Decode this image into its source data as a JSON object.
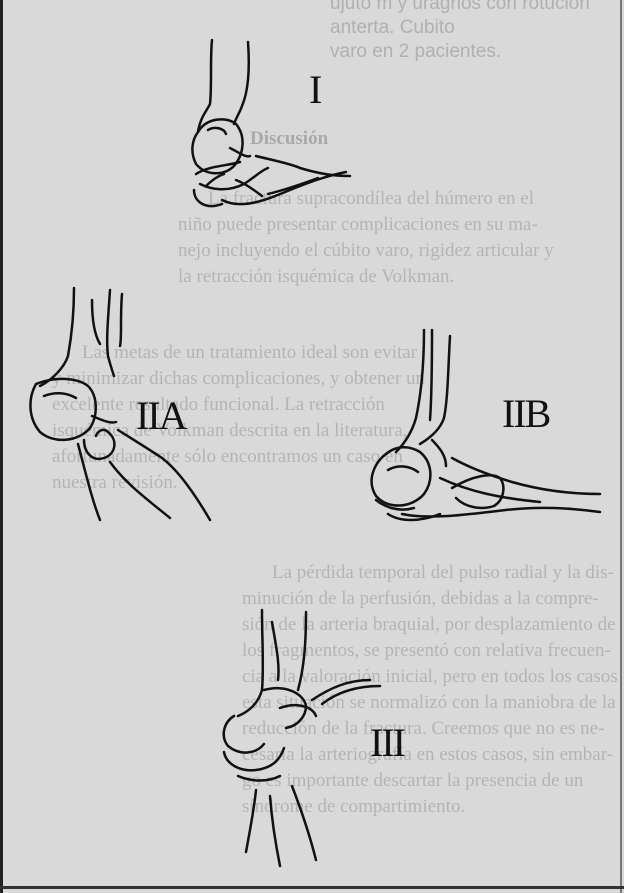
{
  "bleed_text": {
    "top_lines": [
      "ujuto m y uragrios con rotuclon anterta. Cubito",
      "varo en 2 pacientes."
    ],
    "heading": "Discusión",
    "paragraph1": [
      "La fractura supracondílea del húmero en el",
      "niño puede presentar complicaciones en su ma-",
      "nejo incluyendo el cúbito varo, rigidez articular y",
      "la retracción isquémica de Volkman."
    ],
    "paragraph2": [
      "Las metas de un tratamiento ideal son evitar",
      "y minimizar dichas complicaciones, y obtener un",
      "excelente resultado funcional. La retracción",
      "isquémica de Volkman descrita en la literatura,",
      "afortunadamente sólo encontramos un caso en",
      "nuestra revisión."
    ],
    "paragraph3": [
      "La pérdida temporal del pulso radial y la dis-",
      "minución de la perfusión, debidas a la compre-",
      "sión de la arteria braquial, por desplazamiento de",
      "los fragmentos, se presentó con relativa frecuen-",
      "cia a la valoración inicial, pero en todos los casos",
      "esta situación se normalizó con la maniobra de la",
      "reducción de la fractura. Creemos que no es ne-",
      "cesaria la arteriografía en estos casos, sin embar-",
      "go es importante descartar la presencia de un",
      "síndrome de compartimiento."
    ]
  },
  "figure": {
    "labels": {
      "type1": "I",
      "type2a": "IIA",
      "type2b": "IIB",
      "type3": "III"
    }
  }
}
